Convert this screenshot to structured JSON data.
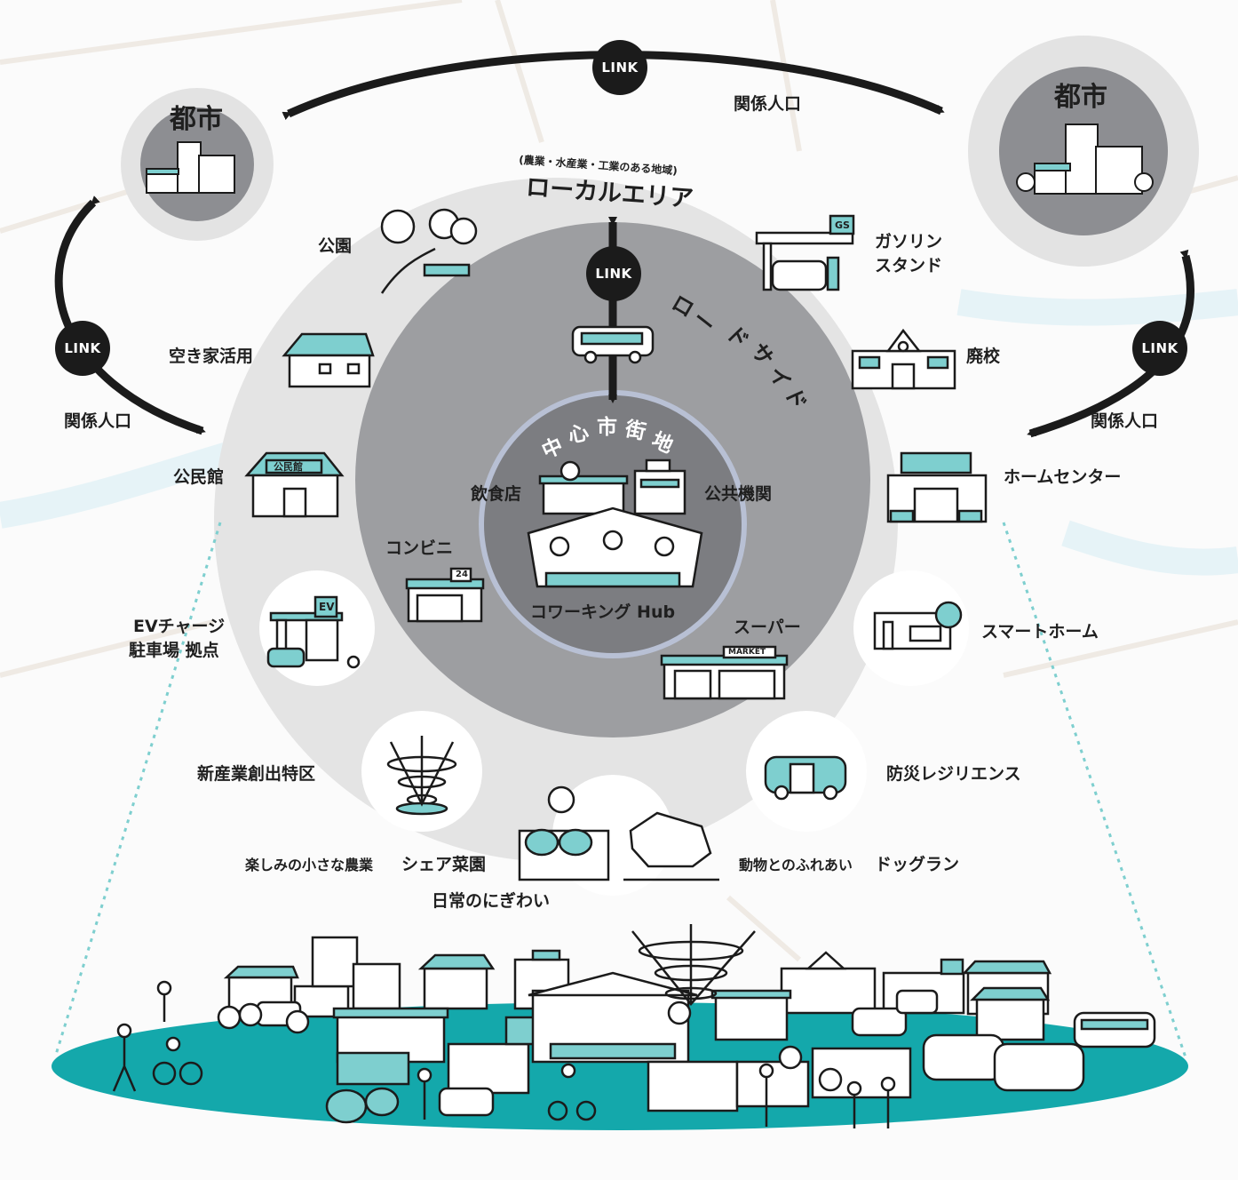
{
  "diagram": {
    "link_label": "LINK",
    "cities": {
      "left": "都市",
      "right": "都市"
    },
    "relation_population": {
      "top": "関係人口",
      "left": "関係人口",
      "right": "関係人口"
    },
    "local_area": {
      "subtitle": "(農業・水産業・工業のある地域)",
      "title": "ローカルエリア"
    },
    "roadside": [
      "ロ",
      "ー",
      "ド",
      "サ",
      "イ",
      "ド"
    ],
    "center": {
      "title": [
        "中",
        "心",
        "市",
        "街",
        "地"
      ],
      "restaurant": "飲食店",
      "public_office": "公共機関",
      "hub": "コワーキング Hub"
    },
    "roadside_facilities": {
      "convenience": "コンビニ",
      "supermarket": "スーパー"
    },
    "ring_left": {
      "park": "公園",
      "vacant_house": "空き家活用",
      "community_hall": "公民館",
      "ev_line1": "EVチャージ",
      "ev_line2": "駐車場 拠点",
      "new_industry": "新産業創出特区"
    },
    "ring_right": {
      "gas_line1": "ガソリン",
      "gas_line2": "スタンド",
      "closed_school": "廃校",
      "home_center": "ホームセンター",
      "smart_home": "スマートホーム",
      "disaster": "防災レジリエンス"
    },
    "bottom": {
      "farming_caption": "楽しみの小さな農業",
      "share_garden": "シェア菜園",
      "animals_caption": "動物とのふれあい",
      "dog_run": "ドッグラン",
      "daily": "日常のにぎわい"
    },
    "signs": {
      "gs": "GS",
      "ev": "EV",
      "market": "MARKET",
      "num24": "24",
      "community_sign": "公民館"
    }
  },
  "colors": {
    "teal": "#7ecfcf",
    "deep_teal": "#14a8ab",
    "outer_ring": "#e4e4e4",
    "road_ring": "#9d9ea1",
    "center_ring": "#7c7d81",
    "dark": "#1b1b1b"
  }
}
